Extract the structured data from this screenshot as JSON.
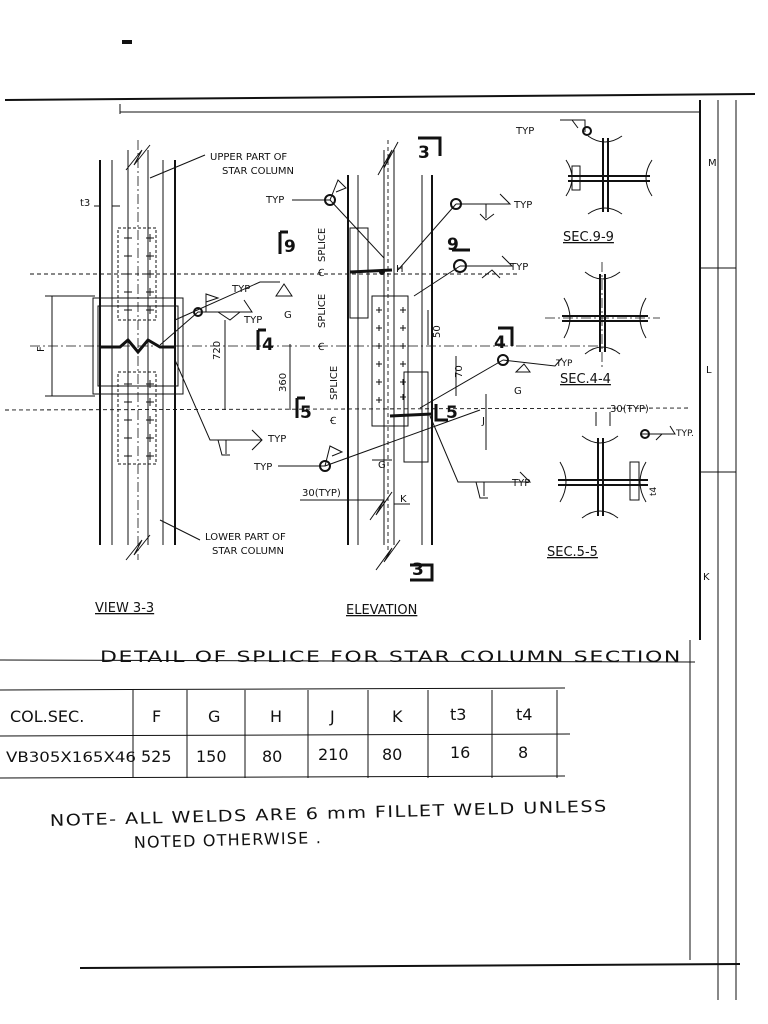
{
  "labels": {
    "upper_part": [
      "UPPER PART OF",
      "STAR COLUMN"
    ],
    "lower_part": [
      "LOWER PART OF",
      "STAR COLUMN"
    ],
    "typ": "TYP",
    "typ_dot": "TYP.",
    "g": "G",
    "h": "H",
    "j": "J",
    "k": "K",
    "f": "F",
    "t3": "t3",
    "t4": "t4",
    "splice": "SPLICE",
    "cl": "Ꞓ",
    "dim_720": "720",
    "dim_360": "360",
    "dim_50": "50",
    "dim_70": "70",
    "dim_30typ": "30(TYP)",
    "sec_marks": {
      "n3": "3",
      "n9": "9",
      "n4": "4",
      "n5": "5"
    },
    "grid_letters": {
      "m": "M",
      "l": "L",
      "k": "K"
    }
  },
  "views": {
    "view33": "VIEW 3-3",
    "elevation": "ELEVATION",
    "sec99": "SEC.9-9",
    "sec44": "SEC.4-4",
    "sec55": "SEC.5-5"
  },
  "title": "DETAIL OF SPLICE FOR STAR COLUMN SECTION",
  "table": {
    "headers": [
      "COL.SEC.",
      "F",
      "G",
      "H",
      "J",
      "K",
      "t3",
      "t4"
    ],
    "rows": [
      [
        "VB305X165X46",
        "525",
        "150",
        "80",
        "210",
        "80",
        "16",
        "8"
      ]
    ]
  },
  "note": [
    "NOTE- ALL WELDS ARE 6 mm FILLET WELD UNLESS",
    "NOTED OTHERWISE ."
  ]
}
